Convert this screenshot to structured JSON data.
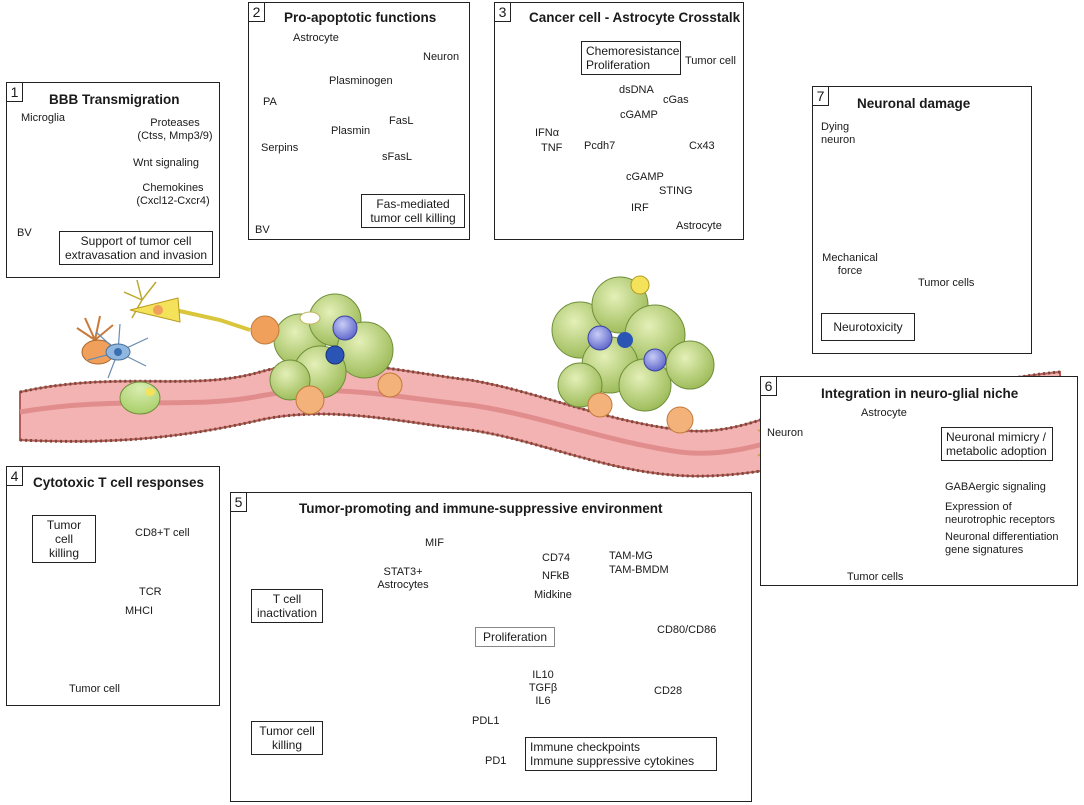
{
  "colors": {
    "tumor": "#b7d27a",
    "tumor_dark": "#7d9a3a",
    "neuron": "#f3e25a",
    "astrocyte": "#8fb7e0",
    "microglia": "#f0a05a",
    "tcell": "#6e78d8",
    "vessel": "#f2a3a3",
    "vessel_dark": "#c86464",
    "red_block": "#d93a3a",
    "plus_green": "#9acd32"
  },
  "panel1": {
    "num": "1",
    "title": "BBB Transmigration",
    "microglia": "Microglia",
    "bv": "BV",
    "proteases": "Proteases",
    "proteases_detail": "(Ctss, Mmp3/9)",
    "wnt": "Wnt signaling",
    "chemokines": "Chemokines",
    "chemokines_detail": "(Cxcl12-Cxcr4)",
    "box_line1": "Support of tumor cell",
    "box_line2": "extravasation and invasion"
  },
  "panel2": {
    "num": "2",
    "title": "Pro-apoptotic functions",
    "astrocyte": "Astrocyte",
    "neuron": "Neuron",
    "plasminogen": "Plasminogen",
    "pa": "PA",
    "plasmin": "Plasmin",
    "fasl": "FasL",
    "serpins": "Serpins",
    "sfasl": "sFasL",
    "bv": "BV",
    "box_line1": "Fas-mediated",
    "box_line2": "tumor cell killing"
  },
  "panel3": {
    "num": "3",
    "title": "Cancer cell - Astrocyte Crosstalk",
    "box_line1": "Chemoresistance",
    "box_line2": "Proliferation",
    "tumor_cell": "Tumor cell",
    "dsdna": "dsDNA",
    "cgas": "cGas",
    "cgamp_top": "cGAMP",
    "pcdh7": "Pcdh7",
    "cx43": "Cx43",
    "cgamp_bottom": "cGAMP",
    "sting": "STING",
    "irf": "IRF",
    "astrocyte": "Astrocyte",
    "ifna": "IFNα",
    "tnf": "TNF"
  },
  "panel4": {
    "num": "4",
    "title": "Cytotoxic T cell responses",
    "box_line1": "Tumor cell",
    "box_line2": "killing",
    "cd8": "CD8+T cell",
    "tcr": "TCR",
    "mhci": "MHCI",
    "tumor_cell": "Tumor cell"
  },
  "panel5": {
    "num": "5",
    "title": "Tumor-promoting and immune-suppressive environment",
    "mif": "MIF",
    "stat3_line1": "STAT3+",
    "stat3_line2": "Astrocytes",
    "cd74": "CD74",
    "nfkb": "NFkB",
    "midkine": "Midkine",
    "tam_mg": "TAM-MG",
    "tam_bmdm": "TAM-BMDM",
    "tcell_box_line1": "T cell",
    "tcell_box_line2": "inactivation",
    "proliferation": "Proliferation",
    "cd80": "CD80/CD86",
    "cd28": "CD28",
    "il10": "IL10",
    "tgfb": "TGFβ",
    "il6": "IL6",
    "killing_line1": "Tumor cell",
    "killing_line2": "killing",
    "pdl1": "PDL1",
    "pd1": "PD1",
    "checkpoint_line1": "Immune checkpoints",
    "checkpoint_line2": "Immune suppressive cytokines"
  },
  "panel6": {
    "num": "6",
    "title": "Integration in neuro-glial niche",
    "neuron": "Neuron",
    "astrocyte": "Astrocyte",
    "box_line1": "Neuronal mimicry /",
    "box_line2": "metabolic adoption",
    "gaba": "GABAergic signaling",
    "neurotrophic_line1": "Expression of",
    "neurotrophic_line2": "neurotrophic receptors",
    "diff_line1": "Neuronal differentiation",
    "diff_line2": "gene signatures",
    "tumor_cells": "Tumor cells"
  },
  "panel7": {
    "num": "7",
    "title": "Neuronal damage",
    "dying_line1": "Dying",
    "dying_line2": "neuron",
    "mech_line1": "Mechanical",
    "mech_line2": "force",
    "tumor_cells": "Tumor cells",
    "box": "Neurotoxicity"
  }
}
